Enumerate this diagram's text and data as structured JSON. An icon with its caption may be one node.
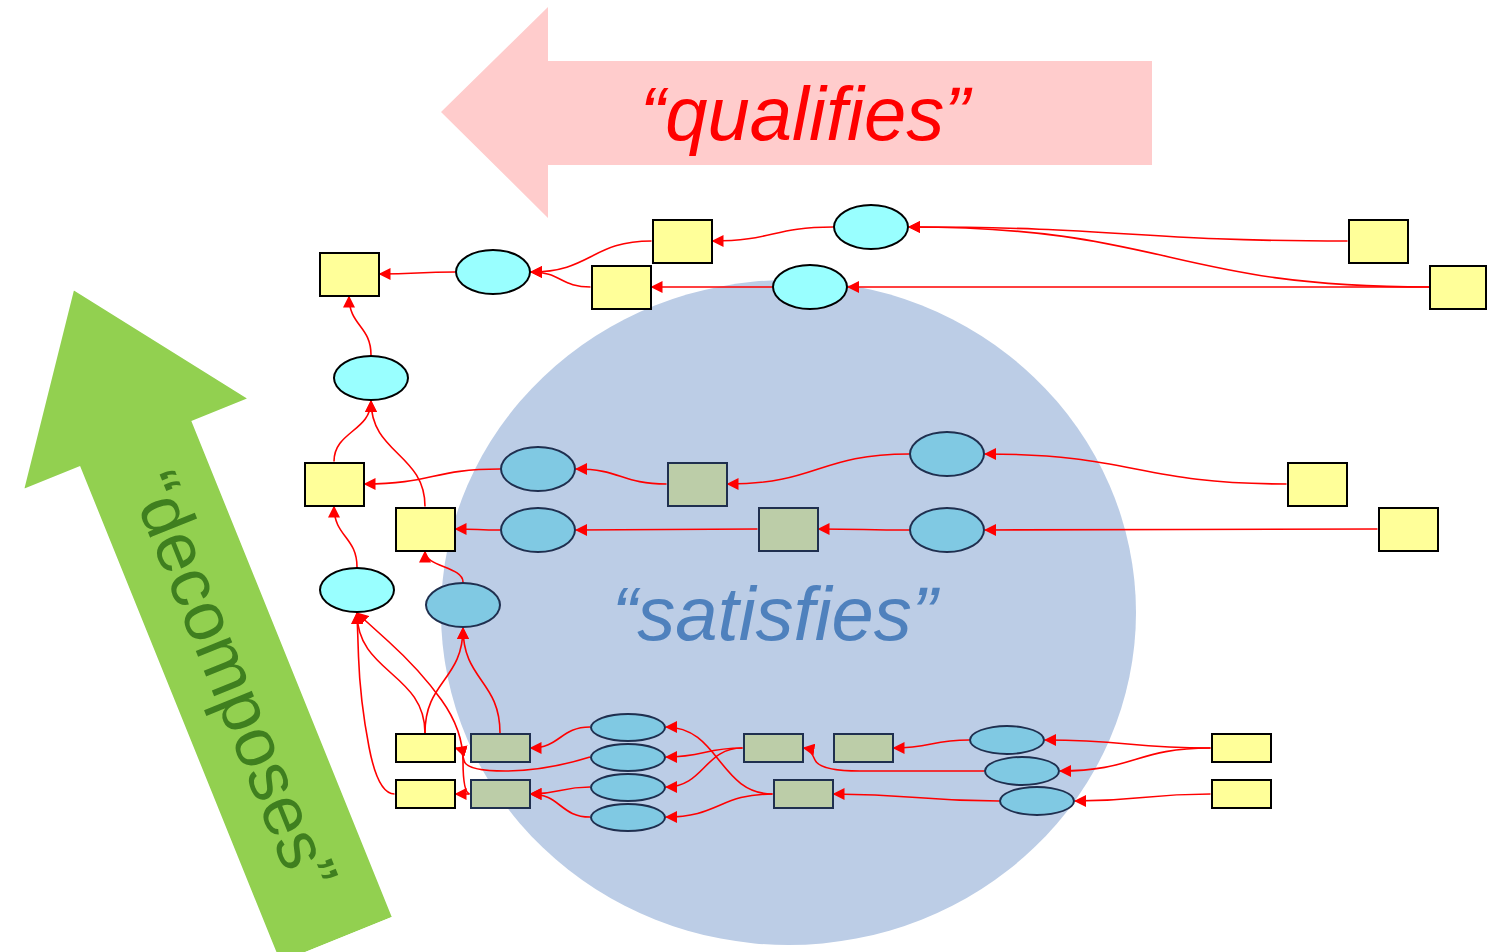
{
  "diagram": {
    "nodes": [
      {
        "text": [],
        "shape": "ellipse"
      },
      {
        "text": [],
        "shape": "box"
      },
      {
        "text": [],
        "shape": "box"
      },
      {
        "text": [],
        "shape": "box"
      },
      {
        "text": [],
        "shape": "ellipse"
      },
      {
        "text": [],
        "shape": "box"
      },
      {
        "text": [],
        "shape": "ellipse"
      },
      {
        "text": [],
        "shape": "box"
      },
      {
        "text": [],
        "shape": "ellipse"
      },
      {
        "text": [],
        "shape": "ellipse"
      },
      {
        "text": [],
        "shape": "ellipse"
      },
      {
        "text": [],
        "shape": "box"
      },
      {
        "text": [],
        "shape": "box"
      },
      {
        "text": [],
        "shape": "box"
      },
      {
        "text": [],
        "shape": "box"
      },
      {
        "text": [],
        "shape": "ellipse"
      },
      {
        "text": [],
        "shape": "box"
      },
      {
        "text": [],
        "shape": "ellipse"
      },
      {
        "text": [],
        "shape": "box"
      },
      {
        "text": [],
        "shape": "ellipse"
      },
      {
        "text": [],
        "shape": "ellipse"
      },
      {
        "text": [],
        "shape": "ellipse"
      },
      {
        "text": [],
        "shape": "ellipse"
      },
      {
        "text": [],
        "shape": "box"
      },
      {
        "text": [],
        "shape": "box"
      },
      {
        "text": [],
        "shape": "box"
      },
      {
        "text": [],
        "shape": "box"
      },
      {
        "text": [],
        "shape": "box"
      },
      {
        "text": [],
        "shape": "ellipse"
      },
      {
        "text": [],
        "shape": "ellipse"
      },
      {
        "text": [],
        "shape": "ellipse"
      },
      {
        "text": [],
        "shape": "box"
      },
      {
        "text": [],
        "shape": "box"
      },
      {
        "text": [],
        "shape": "box"
      },
      {
        "text": [],
        "shape": "box"
      },
      {
        "text": [],
        "shape": "ellipse"
      },
      {
        "text": [],
        "shape": "ellipse"
      }
    ],
    "edges": [
      {
        "from": 4,
        "to": 3,
        "arrow": "to"
      },
      {
        "from": 1,
        "to": 4,
        "arrow": "to"
      },
      {
        "from": 5,
        "to": 4,
        "arrow": "to"
      },
      {
        "from": 0,
        "to": 1,
        "arrow": "to"
      },
      {
        "from": 6,
        "to": 5,
        "arrow": "to"
      },
      {
        "from": 2,
        "to": 0,
        "arrow": "to"
      },
      {
        "from": 7,
        "to": 0,
        "arrow": "to"
      },
      {
        "from": 7,
        "to": 6,
        "arrow": "to"
      },
      {
        "from": 8,
        "to": 3,
        "arrow": "to"
      },
      {
        "from": 11,
        "to": 8,
        "arrow": "to"
      },
      {
        "from": 14,
        "to": 8,
        "arrow": "to"
      },
      {
        "from": 10,
        "to": 11,
        "arrow": "to"
      },
      {
        "from": 12,
        "to": 10,
        "arrow": "to"
      },
      {
        "from": 9,
        "to": 12,
        "arrow": "to"
      },
      {
        "from": 13,
        "to": 9,
        "arrow": "to"
      },
      {
        "from": 15,
        "to": 14,
        "arrow": "to"
      },
      {
        "from": 16,
        "to": 15,
        "arrow": "to"
      },
      {
        "from": 17,
        "to": 16,
        "arrow": "to"
      },
      {
        "from": 18,
        "to": 17,
        "arrow": "to"
      },
      {
        "from": 19,
        "to": 11,
        "arrow": "to"
      },
      {
        "from": 20,
        "to": 14,
        "arrow": "to"
      },
      {
        "from": 23,
        "to": 19,
        "arrow": "to"
      },
      {
        "from": 31,
        "to": 19,
        "arrow": "to"
      },
      {
        "from": 32,
        "to": 19,
        "arrow": "to"
      },
      {
        "from": 23,
        "to": 20,
        "arrow": "to"
      },
      {
        "from": 24,
        "to": 20,
        "arrow": "to"
      },
      {
        "from": 21,
        "to": 24,
        "arrow": "to"
      },
      {
        "from": 28,
        "to": 23,
        "arrow": "to"
      },
      {
        "from": 30,
        "to": 32,
        "arrow": "to"
      },
      {
        "from": 36,
        "to": 32,
        "arrow": "to"
      },
      {
        "from": 32,
        "to": 31,
        "arrow": "to"
      },
      {
        "from": 33,
        "to": 21,
        "arrow": "to"
      },
      {
        "from": 25,
        "to": 28,
        "arrow": "to"
      },
      {
        "from": 25,
        "to": 30,
        "arrow": "to"
      },
      {
        "from": 33,
        "to": 36,
        "arrow": "to"
      },
      {
        "from": 29,
        "to": 25,
        "arrow": "to"
      },
      {
        "from": 22,
        "to": 26,
        "arrow": "to"
      },
      {
        "from": 35,
        "to": 33,
        "arrow": "to"
      },
      {
        "from": 27,
        "to": 22,
        "arrow": "to"
      },
      {
        "from": 27,
        "to": 29,
        "arrow": "to"
      },
      {
        "from": 34,
        "to": 35,
        "arrow": "to"
      }
    ],
    "labels": [
      "“qualifies”",
      "“decomposes”",
      "“satisfies”"
    ]
  }
}
